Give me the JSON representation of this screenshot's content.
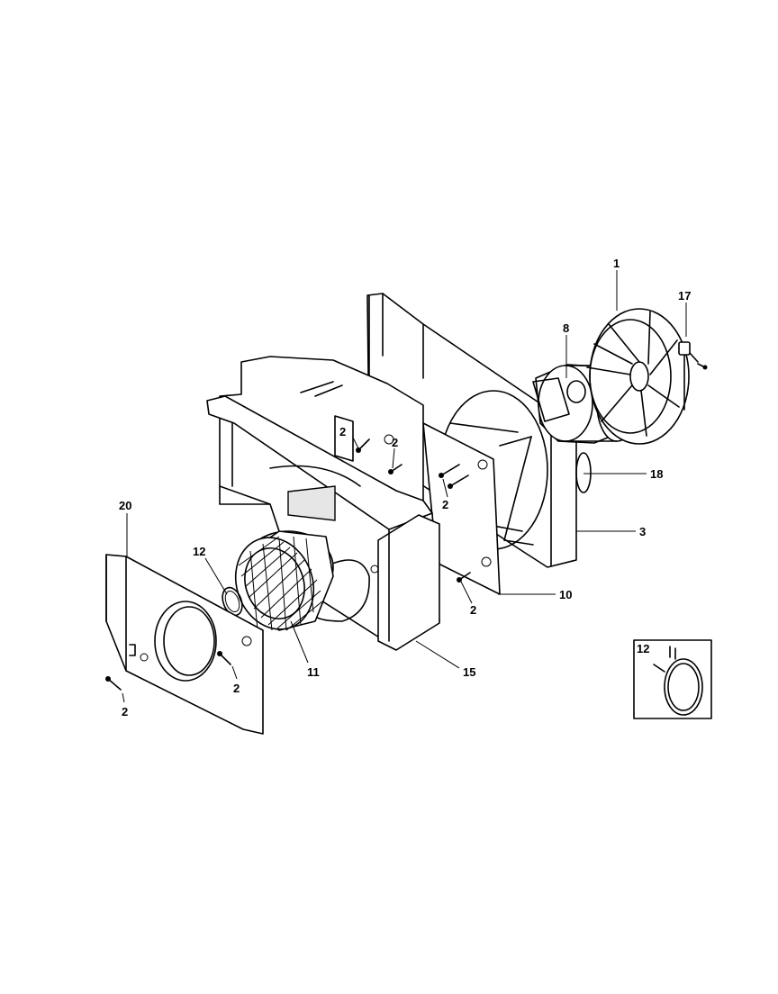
{
  "callouts": {
    "c1": "1",
    "c17": "17",
    "c8": "8",
    "c18": "18",
    "c3": "3",
    "c10": "10",
    "c15": "15",
    "c11": "11",
    "c12": "12",
    "c20": "20",
    "c2a": "2",
    "c2b": "2",
    "c2c": "2",
    "c2d": "2",
    "c2e": "2",
    "c2f": "2",
    "inset12": "12"
  }
}
